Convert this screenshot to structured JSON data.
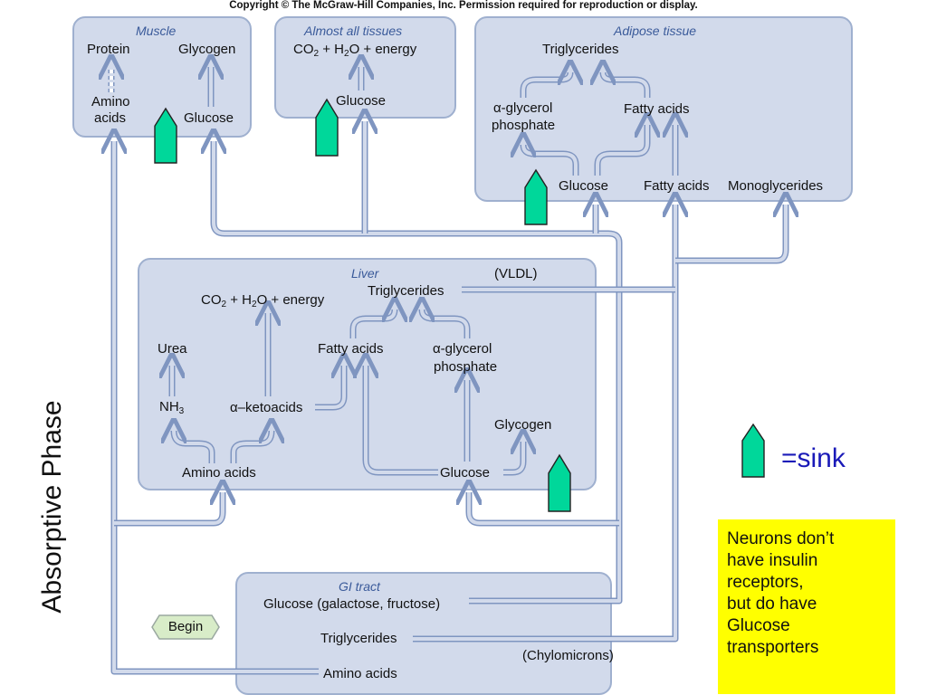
{
  "copyright": "Copyright © The McGraw-Hill Companies, Inc. Permission required for reproduction or display.",
  "side_title": "Absorptive Phase",
  "legend": {
    "sink_label": "=sink"
  },
  "note": [
    "Neurons don’t",
    "have insulin",
    "receptors,",
    "but do have",
    "Glucose",
    "transporters"
  ],
  "muscle": {
    "title": "Muscle",
    "protein": "Protein",
    "glycogen": "Glycogen",
    "amino_acids_1": "Amino",
    "amino_acids_2": "acids",
    "glucose": "Glucose"
  },
  "tissues": {
    "title": "Almost all tissues",
    "co2": "CO",
    "co2_sub": "2",
    "plus_h": " + H",
    "h2o_sub": "2",
    "o_energy": "O + energy",
    "glucose": "Glucose"
  },
  "adipose": {
    "title": "Adipose tissue",
    "triglycerides": "Triglycerides",
    "agp_1": "α-glycerol",
    "agp_2": "phosphate",
    "fatty_acids_top": "Fatty acids",
    "glucose": "Glucose",
    "fatty_acids": "Fatty acids",
    "monoglycerides": "Monoglycerides"
  },
  "liver": {
    "title": "Liver",
    "vldl": "(VLDL)",
    "triglycerides": "Triglycerides",
    "co2": "CO",
    "co2_sub": "2",
    "plus_h": " + H",
    "h2o_sub": "2",
    "o_energy": "O + energy",
    "urea": "Urea",
    "fatty_acids": "Fatty acids",
    "agp_1": "α-glycerol",
    "agp_2": "phosphate",
    "nh3": "NH",
    "nh3_sub": "3",
    "ketoacids": "α–ketoacids",
    "glycogen": "Glycogen",
    "amino_acids": "Amino acids",
    "glucose": "Glucose"
  },
  "gi": {
    "title": "GI tract",
    "glucose": "Glucose (galactose, fructose)",
    "triglycerides": "Triglycerides",
    "amino_acids": "Amino acids",
    "chylomicrons": "(Chylomicrons)",
    "begin": "Begin"
  },
  "colors": {
    "panel_fill": "#d2daeb",
    "panel_border": "#9fb0cf",
    "pipe_fill": "#d2daeb",
    "pipe_border": "#7f95c0",
    "sink_fill": "#00d79a",
    "note_bg": "#ffff00",
    "title_blue": "#3a5a9a",
    "sink_text": "#1a1ab8",
    "begin_fill": "#d8ecc8"
  },
  "icons": [
    "sink-marker-icon",
    "begin-arrow-icon"
  ]
}
